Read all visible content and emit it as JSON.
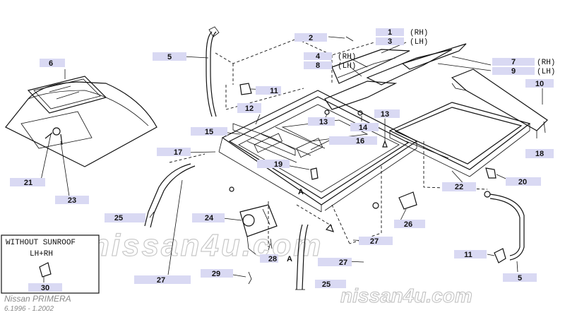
{
  "callouts": [
    {
      "num": "1",
      "side": "(RH)"
    },
    {
      "num": "2"
    },
    {
      "num": "3",
      "side": "(LH)"
    },
    {
      "num": "4",
      "side": "(RH)"
    },
    {
      "num": "5"
    },
    {
      "num": "5"
    },
    {
      "num": "6"
    },
    {
      "num": "7",
      "side": "(RH)"
    },
    {
      "num": "8",
      "side": "(LH)"
    },
    {
      "num": "9",
      "side": "(LH)"
    },
    {
      "num": "10"
    },
    {
      "num": "11"
    },
    {
      "num": "11"
    },
    {
      "num": "12"
    },
    {
      "num": "13"
    },
    {
      "num": "13"
    },
    {
      "num": "14"
    },
    {
      "num": "15"
    },
    {
      "num": "16"
    },
    {
      "num": "17"
    },
    {
      "num": "18"
    },
    {
      "num": "19"
    },
    {
      "num": "20"
    },
    {
      "num": "21"
    },
    {
      "num": "22"
    },
    {
      "num": "23"
    },
    {
      "num": "24"
    },
    {
      "num": "25"
    },
    {
      "num": "25"
    },
    {
      "num": "26"
    },
    {
      "num": "27"
    },
    {
      "num": "27"
    },
    {
      "num": "27"
    },
    {
      "num": "28"
    },
    {
      "num": "29"
    },
    {
      "num": "30"
    }
  ],
  "marks": {
    "a1": "A",
    "a2": "A"
  },
  "inset": {
    "title": "WITHOUT SUNROOF",
    "subtitle": "LH+RH",
    "part": "30"
  },
  "footer": {
    "model": "Nissan PRIMERA",
    "dates": "6.1996 - 1.2002"
  },
  "watermark": {
    "main": "nissan4u.com",
    "bottom": "nissan4u.com"
  }
}
